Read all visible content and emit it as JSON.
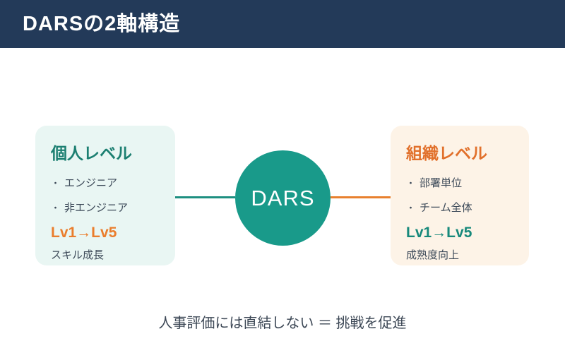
{
  "header": {
    "title": "DARSの2軸構造"
  },
  "bullet_marker": "・",
  "left_card": {
    "title": "個人レベル",
    "bullets": [
      "エンジニア",
      "非エンジニア"
    ],
    "level_range": "Lv1→Lv5",
    "caption": "スキル成長"
  },
  "center": {
    "label": "DARS"
  },
  "right_card": {
    "title": "組織レベル",
    "bullets": [
      "部署単位",
      "チーム全体"
    ],
    "level_range": "Lv1→Lv5",
    "caption": "成熟度向上"
  },
  "footer": {
    "note": "人事評価には直結しない ＝ 挑戦を促進"
  },
  "colors": {
    "header_bg": "#233a59",
    "circle_teal": "#199a8a",
    "teal_text": "#1c7f71",
    "teal_level_text": "#17897b",
    "teal_connector": "#1d8f80",
    "orange_title_text": "#e1702b",
    "orange_level_text": "#ea7d2c",
    "orange_connector": "#e8802e",
    "left_card_bg": "#e9f6f3",
    "right_card_bg": "#fdf3e7",
    "body_text": "#3d4a59",
    "footer_text": "#3d4856"
  }
}
